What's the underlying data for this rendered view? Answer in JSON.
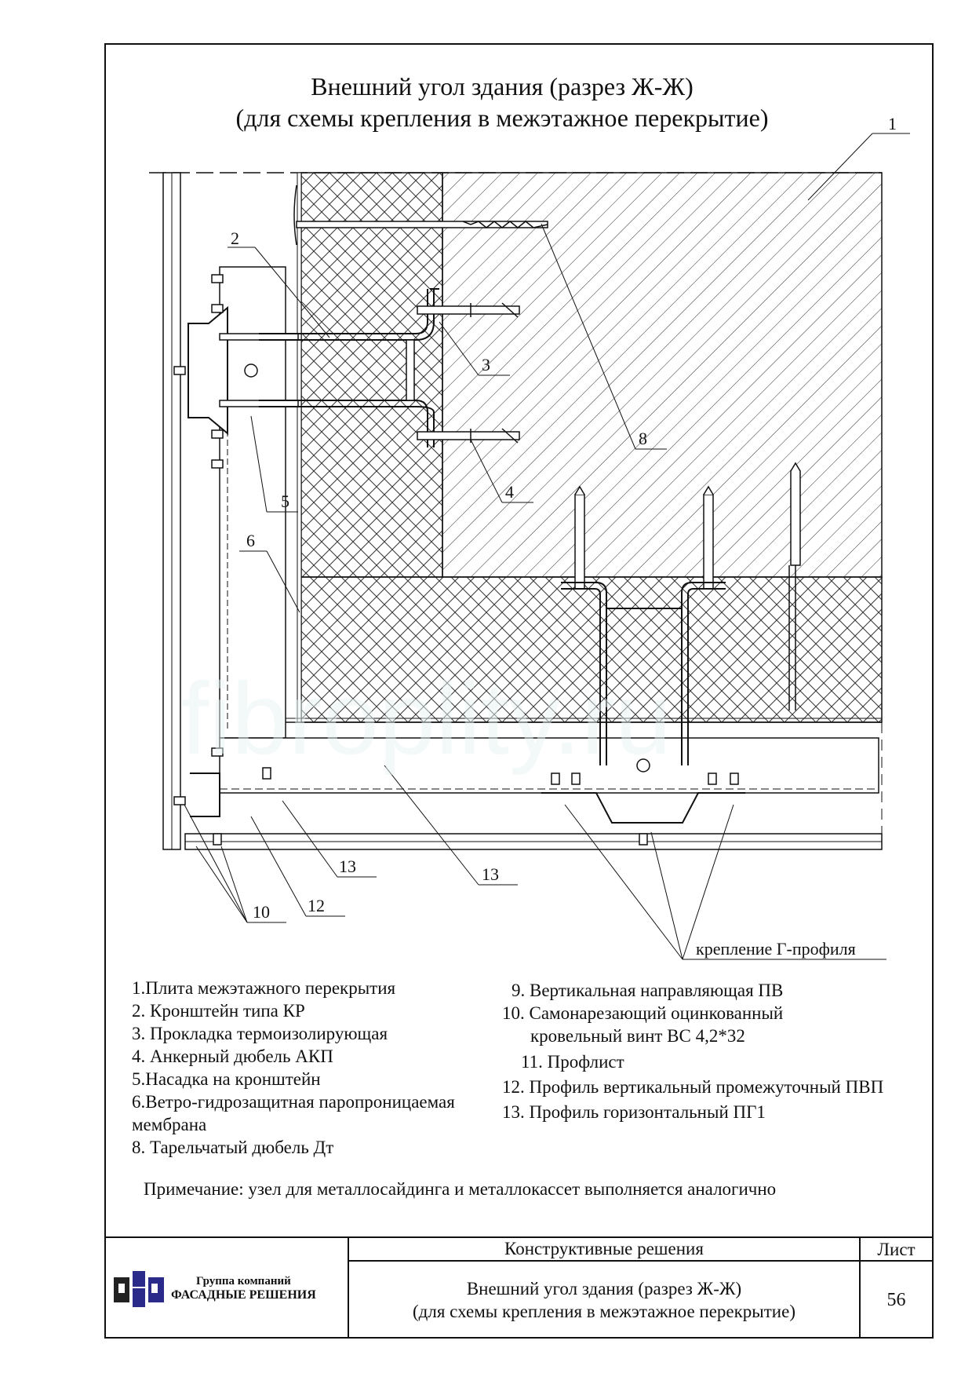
{
  "title": {
    "line1": "Внешний угол здания (разрез Ж-Ж)",
    "line2": "(для схемы крепления в межэтажное перекрытие)"
  },
  "callouts": {
    "c1": "1",
    "c2": "2",
    "c3": "3",
    "c4": "4",
    "c5": "5",
    "c6": "6",
    "c8": "8",
    "c10": "10",
    "c12": "12",
    "c13a": "13",
    "c13b": "13",
    "g_profile": "крепление Г-профиля"
  },
  "legend_left": [
    "1.Плита межэтажного перекрытия",
    "2. Кронштейн типа КР",
    "3. Прокладка термоизолирующая",
    "4. Анкерный дюбель АКП",
    "5.Насадка на кронштейн",
    "6.Ветро-гидрозащитная паропроницаемая",
    " мембрана",
    "8. Тарельчатый дюбель Дт"
  ],
  "legend_right": [
    "9. Вертикальная направляющая ПВ",
    "10. Самонарезающий оцинкованный",
    "кровельный винт ВС 4,2*32",
    "11. Профлист",
    "12. Профиль вертикальный промежуточный ПВП",
    "13. Профиль горизонтальный ПГ1"
  ],
  "note": "Примечание:  узел для металлосайдинга и металлокассет выполняется аналогично",
  "watermark": "fibroplity.ru",
  "stamp": {
    "company_line1": "Группа компаний",
    "company_line2": "ФАСАДНЫЕ РЕШЕНИЯ",
    "header": "Конструктивные решения",
    "title_line1": "Внешний угол здания (разрез Ж-Ж)",
    "title_line2": "(для схемы крепления в межэтажное перекрытие)",
    "sheet_label": "Лист",
    "sheet_number": "56"
  }
}
